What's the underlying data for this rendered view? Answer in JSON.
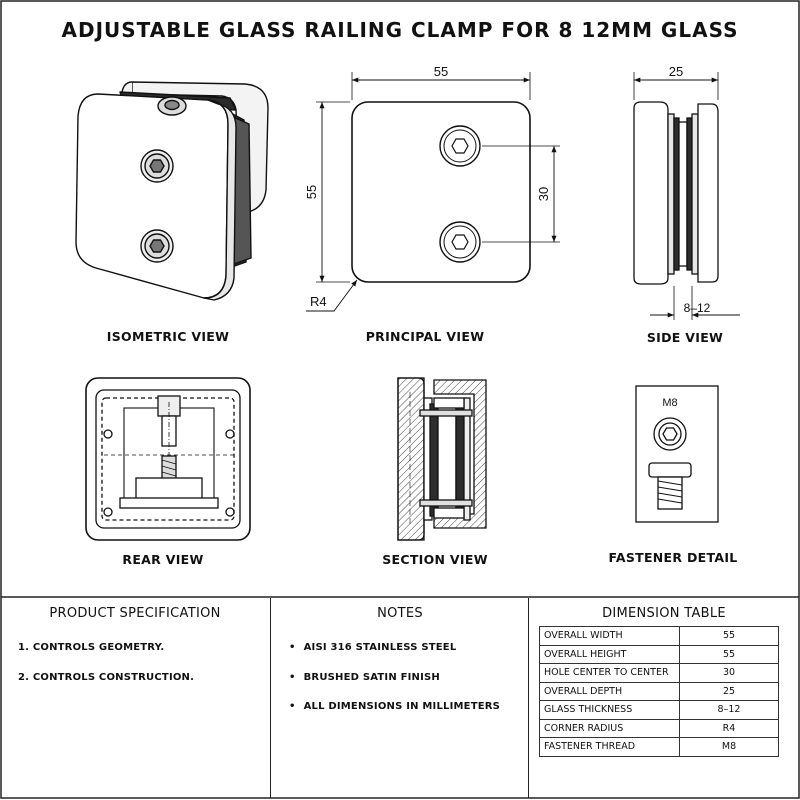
{
  "title": "ADJUSTABLE GLASS RAILING CLAMP FOR 8 12MM GLASS",
  "views": {
    "isometric": "ISOMETRIC VIEW",
    "principal": "PRINCIPAL VIEW",
    "side": "SIDE VIEW",
    "rear": "REAR VIEW",
    "section": "SECTION VIEW",
    "fastener": "FASTENER DETAIL"
  },
  "principal_dims": {
    "width": "55",
    "height": "55",
    "hole_spacing": "30",
    "radius": "R4"
  },
  "side_dims": {
    "depth": "25",
    "glass": "8–12"
  },
  "fastener_label": "M8",
  "spec": {
    "heading": "PRODUCT SPECIFICATION",
    "items": [
      "1.  CONTROLS GEOMETRY.",
      "2.  CONTROLS CONSTRUCTION."
    ]
  },
  "notes": {
    "heading": "NOTES",
    "items": [
      "AISI 316 STAINLESS STEEL",
      "BRUSHED SATIN FINISH",
      "ALL DIMENSIONS IN MILLIMETERS"
    ]
  },
  "dimension_table": {
    "heading": "DIMENSION TABLE",
    "rows": [
      {
        "label": "OVERALL WIDTH",
        "value": "55"
      },
      {
        "label": "OVERALL HEIGHT",
        "value": "55"
      },
      {
        "label": "HOLE CENTER TO CENTER",
        "value": "30"
      },
      {
        "label": "OVERALL DEPTH",
        "value": "25"
      },
      {
        "label": "GLASS THICKNESS",
        "value": "8–12"
      },
      {
        "label": "CORNER RADIUS",
        "value": "R4"
      },
      {
        "label": "FASTENER THREAD",
        "value": "M8"
      }
    ]
  }
}
